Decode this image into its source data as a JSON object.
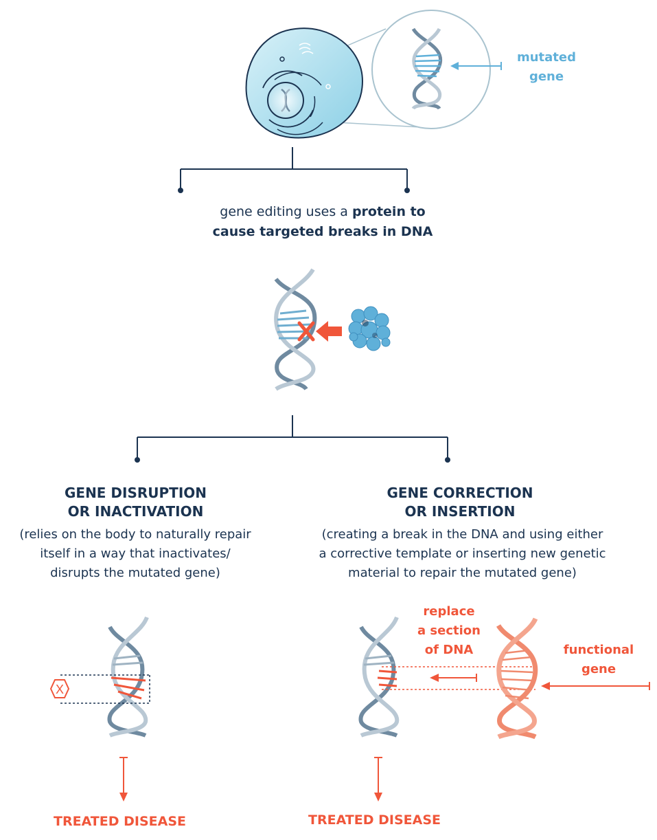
{
  "mutated_label": [
    "mutated",
    "gene"
  ],
  "caption": {
    "plain": "gene editing uses a ",
    "bold1": "protein to",
    "bold2": "cause targeted breaks in DNA"
  },
  "left_branch": {
    "heading": [
      "GENE DISRUPTION",
      "OR INACTIVATION"
    ],
    "description": [
      "(relies on the body to naturally repair",
      "itself in a way that inactivates/",
      "disrupts the mutated gene)"
    ],
    "marker": "X",
    "result": "TREATED DISEASE"
  },
  "right_branch": {
    "heading": [
      "GENE CORRECTION",
      "OR INSERTION"
    ],
    "description": [
      "(creating a break in the DNA and using either",
      "a corrective template or inserting new genetic",
      "material to repair the mutated gene)"
    ],
    "replace_label": [
      "replace",
      "a section",
      "of DNA"
    ],
    "functional_label": [
      "functional",
      "gene"
    ],
    "result": "TREATED DISEASE"
  },
  "colors": {
    "navy": "#1b3350",
    "orange": "#f0563a",
    "blue": "#5fb0d9",
    "helix": "#9fb3c2"
  }
}
